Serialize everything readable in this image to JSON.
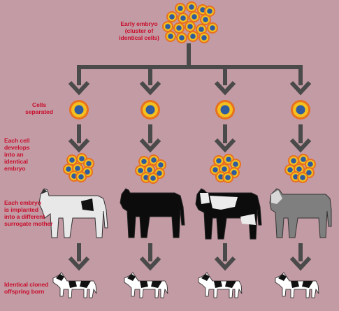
{
  "labels": {
    "early_embryo": "Early embryo\n(cluster of\nidentical cells)",
    "cells_separated": "Cells\nseparated",
    "each_cell_develops": "Each cell\ndevelops\ninto an\nidentical\nembryo",
    "each_embryo_implanted": "Each embryo\nis implanted\ninto a different\nsurrogate mother",
    "identical_cloned": "Identical cloned\noffspring born"
  },
  "colors": {
    "background": "#c39ba4",
    "label_text": "#c8102e",
    "arrow": "#4a4a4a",
    "cell_outer": "#e8701e",
    "cell_ring": "#f4c020",
    "cell_nucleus": "#2e5c9e"
  },
  "surrogate_mothers": [
    {
      "coat": "white with black patch"
    },
    {
      "coat": "black"
    },
    {
      "coat": "black and white"
    },
    {
      "coat": "gray"
    }
  ],
  "offspring_count": 4
}
